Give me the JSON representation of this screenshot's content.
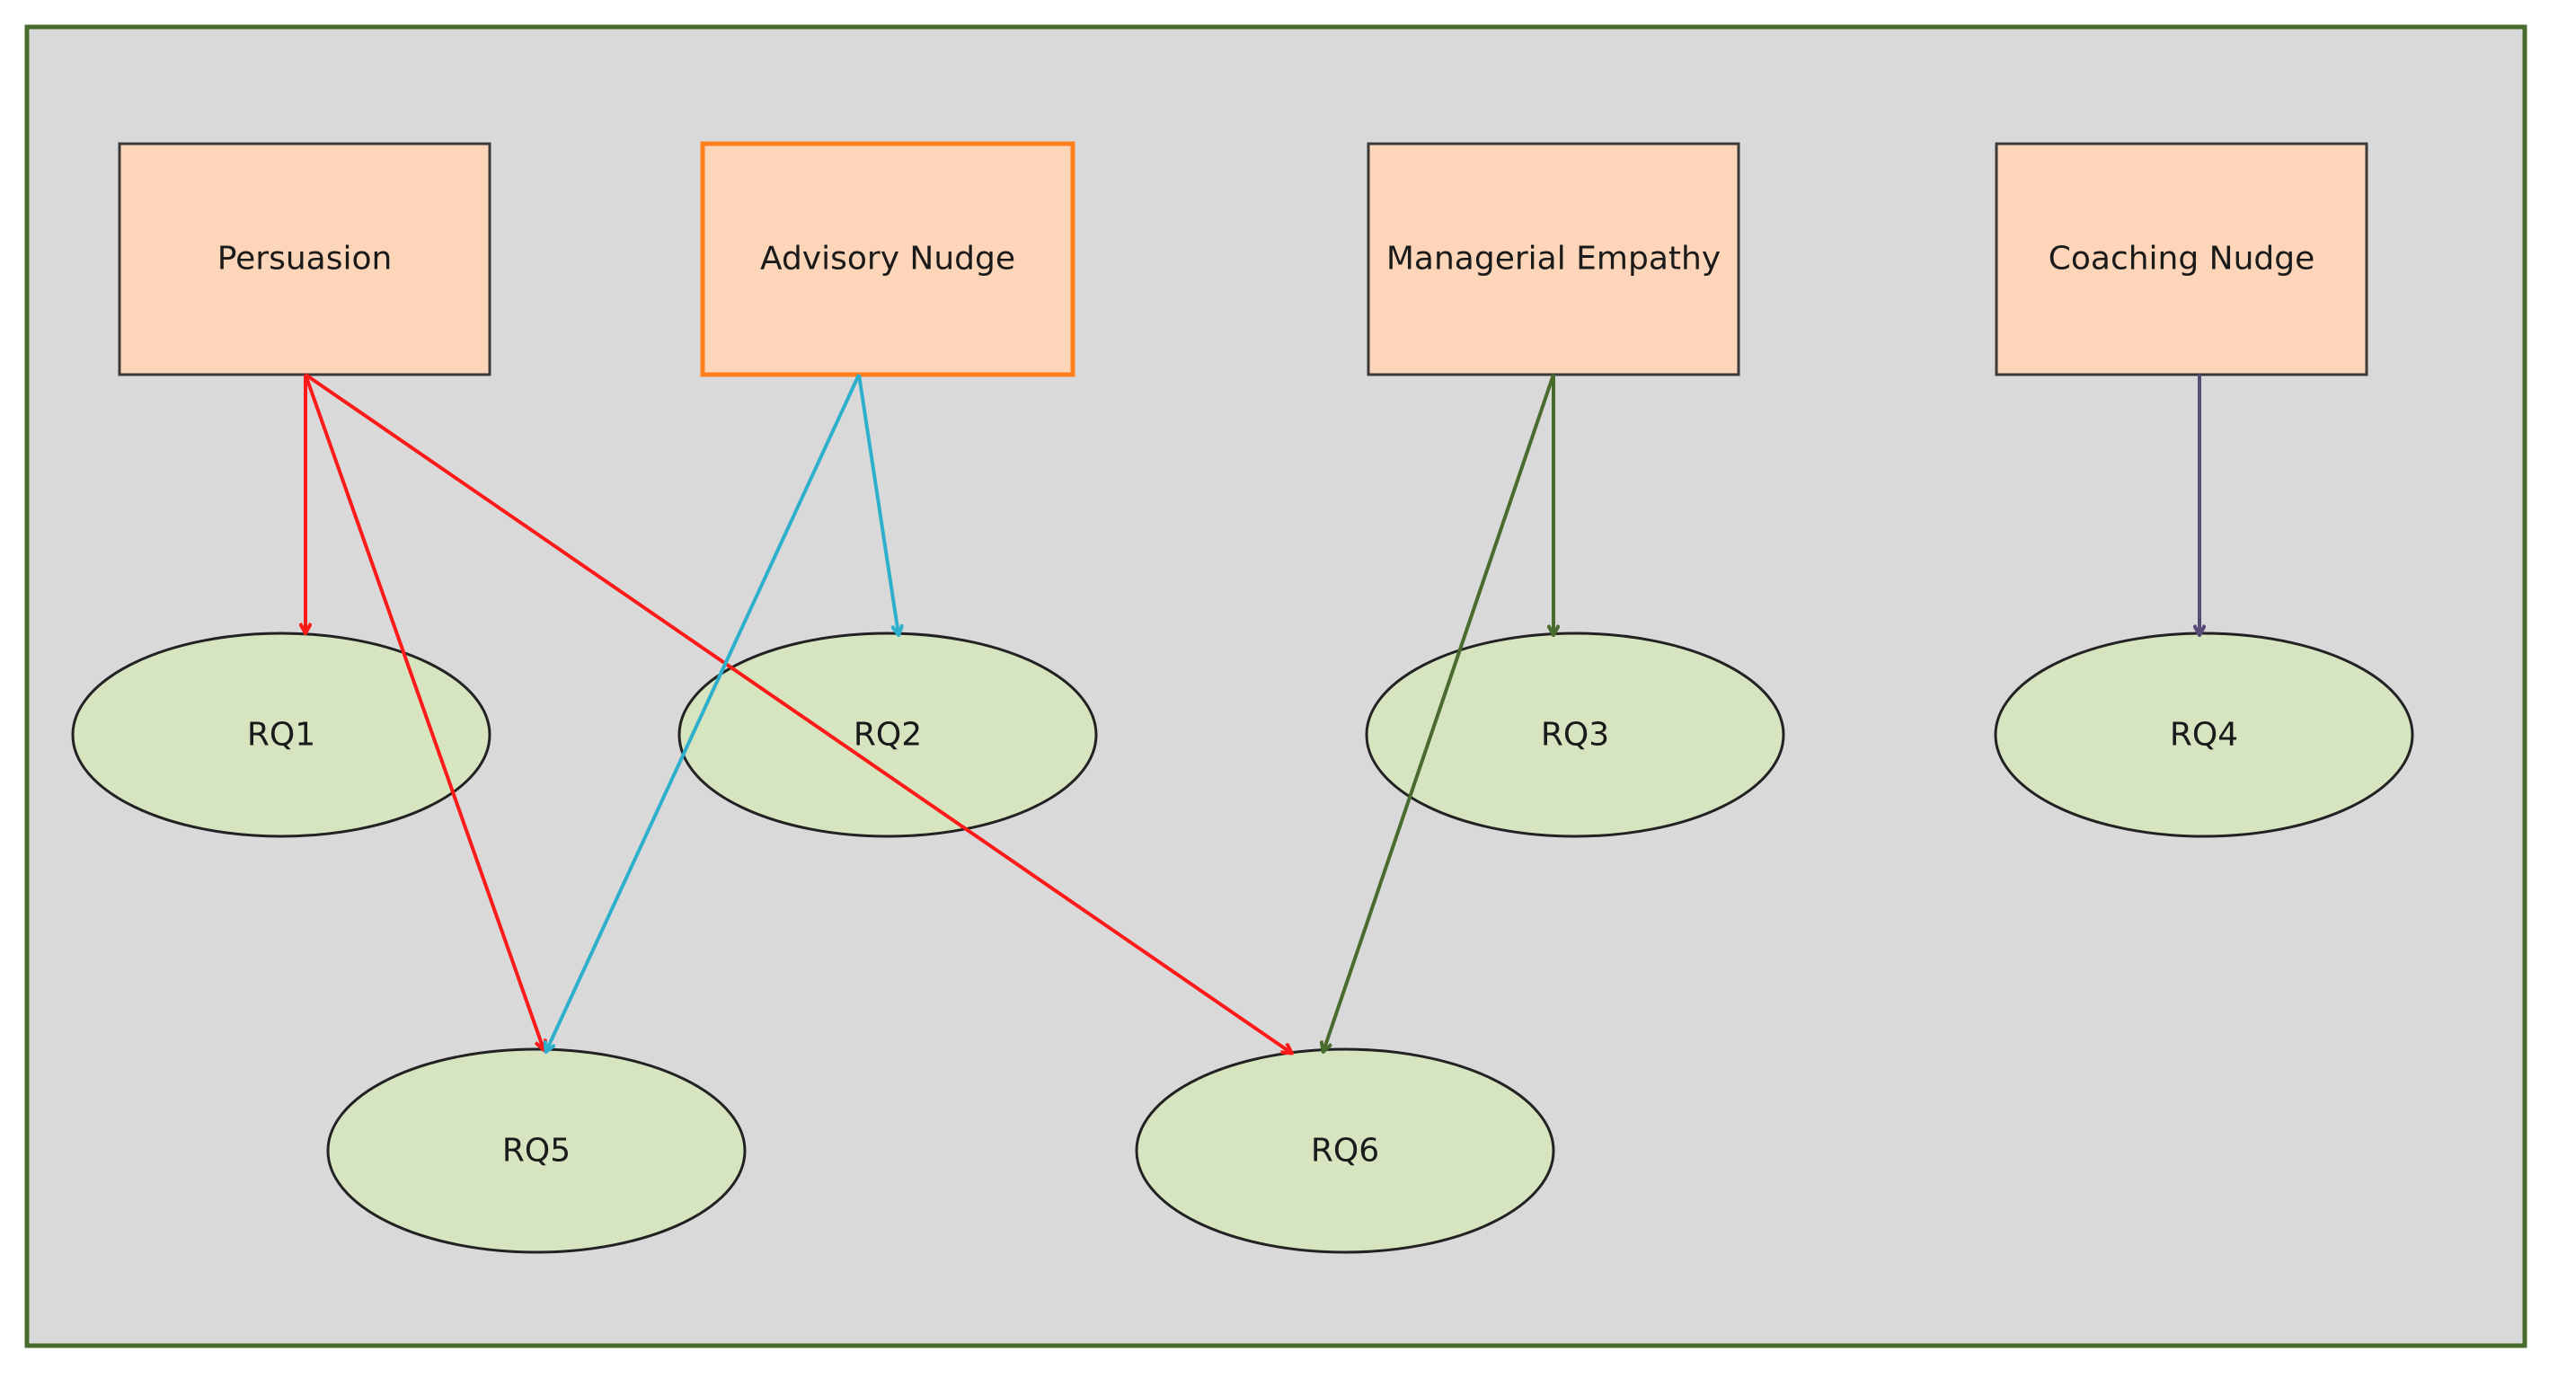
{
  "colors": {
    "canvas_fill": "#d9d9d9",
    "canvas_border": "#4a6b2e",
    "box_fill": "#fdd5b8",
    "box_border": "#3a3a3a",
    "box_border_highlight": "#ff7f1f",
    "ellipse_fill": "#d6e4c0",
    "ellipse_border": "#222222",
    "arrow_persuasion": "#ff1a1a",
    "arrow_advisory": "#2eb0cc",
    "arrow_empathy": "#4a6b2e",
    "arrow_coaching": "#5a4a78"
  },
  "nodes": {
    "persuasion": "Persuasion",
    "advisory_nudge": "Advisory Nudge",
    "managerial_empathy": "Managerial Empathy",
    "coaching_nudge": "Coaching Nudge",
    "rq1": "RQ1",
    "rq2": "RQ2",
    "rq3": "RQ3",
    "rq4": "RQ4",
    "rq5": "RQ5",
    "rq6": "RQ6"
  },
  "edges": [
    {
      "from": "Persuasion",
      "to": "RQ1"
    },
    {
      "from": "Persuasion",
      "to": "RQ5"
    },
    {
      "from": "Persuasion",
      "to": "RQ6"
    },
    {
      "from": "Advisory Nudge",
      "to": "RQ2"
    },
    {
      "from": "Advisory Nudge",
      "to": "RQ5"
    },
    {
      "from": "Managerial Empathy",
      "to": "RQ3"
    },
    {
      "from": "Managerial Empathy",
      "to": "RQ6"
    },
    {
      "from": "Coaching Nudge",
      "to": "RQ4"
    }
  ]
}
